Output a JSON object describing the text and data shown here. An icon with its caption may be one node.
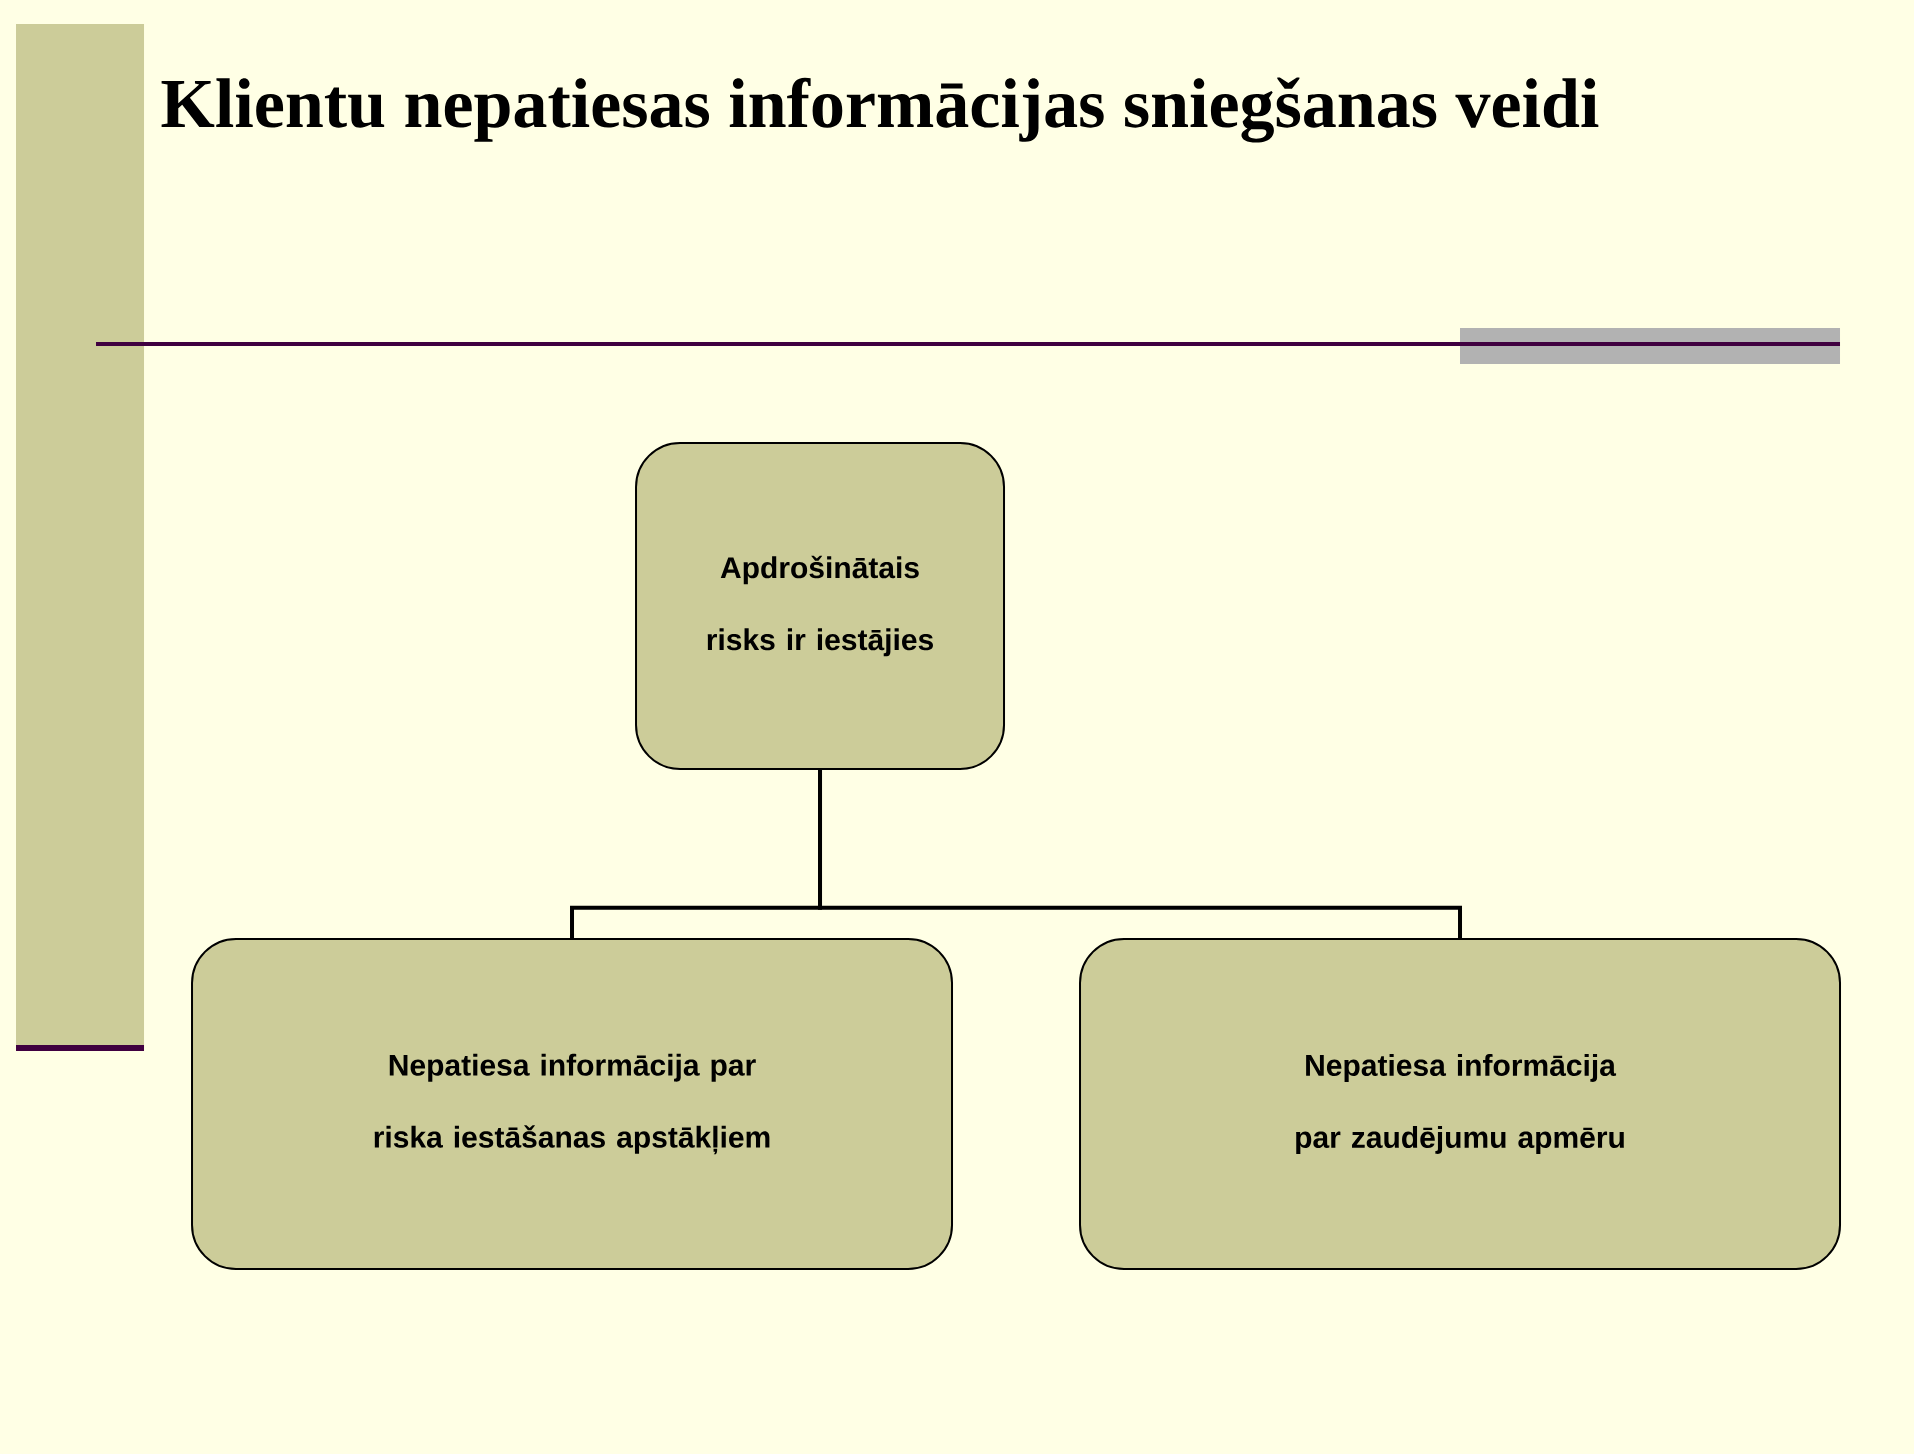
{
  "diagram": {
    "title": "Klientu nepatiesas informācijas sniegšanas veidi",
    "nodes": [
      {
        "text": [
          "Apdrošinātais risks ir iestājies"
        ]
      },
      {
        "text": [
          "Nepatiesa informācija par riska iestāšanas apstākļiem"
        ]
      },
      {
        "text": [
          "Nepatiesa informācija par zaudējumu apmēru"
        ]
      }
    ],
    "edges": [
      {
        "from": 0,
        "to": 1,
        "arrow": "none"
      },
      {
        "from": 0,
        "to": 2,
        "arrow": "none"
      }
    ]
  }
}
